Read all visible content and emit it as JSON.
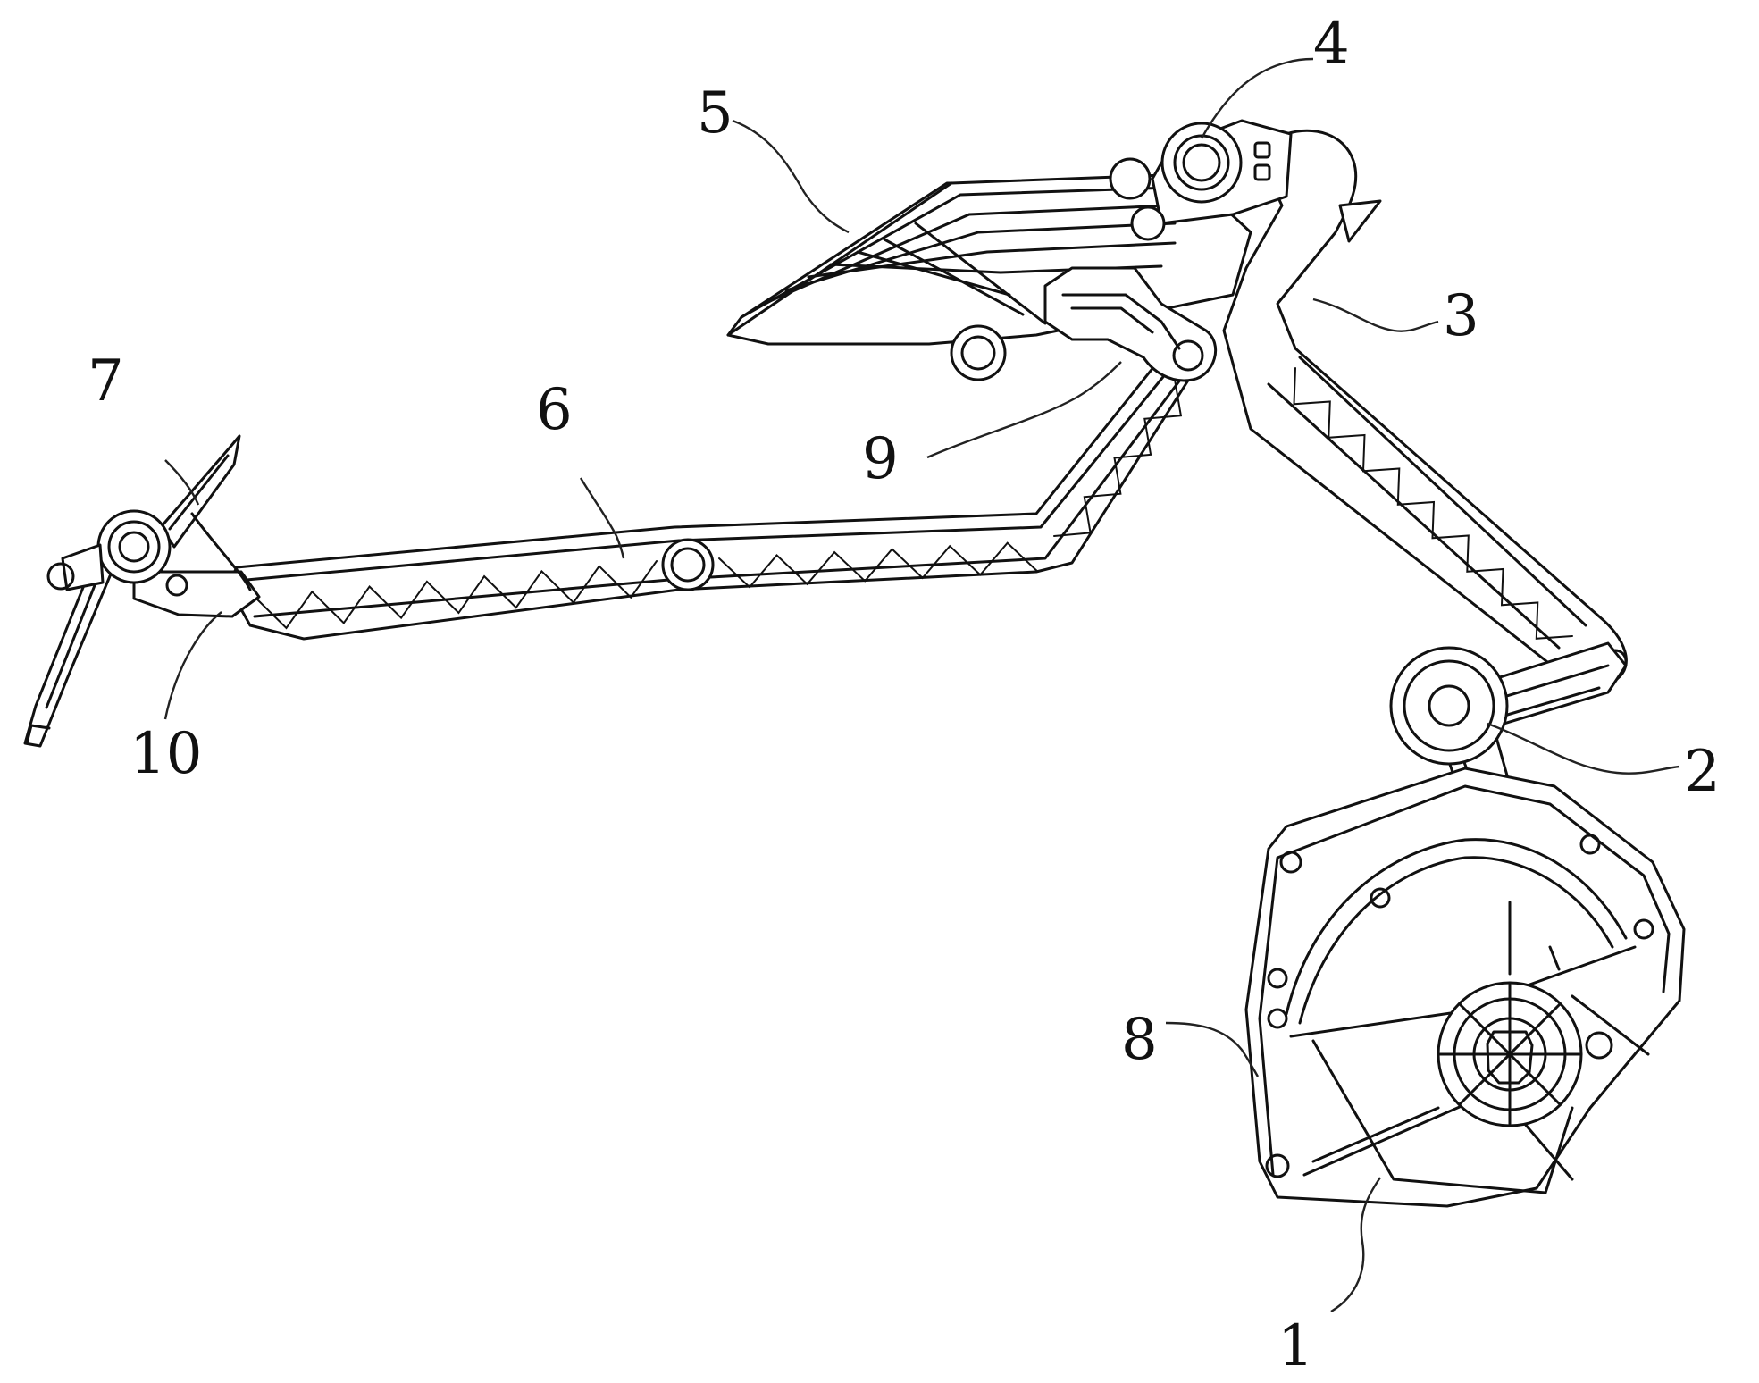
{
  "diagram": {
    "part_labels": [
      {
        "id": "1",
        "text": "1",
        "part": "base-plate"
      },
      {
        "id": "2",
        "text": "2",
        "part": "crank-disc"
      },
      {
        "id": "3",
        "text": "3",
        "part": "rocker-arm"
      },
      {
        "id": "4",
        "text": "4",
        "part": "upper-pivot"
      },
      {
        "id": "5",
        "text": "5",
        "part": "pedal-plate"
      },
      {
        "id": "6",
        "text": "6",
        "part": "truss-link"
      },
      {
        "id": "7",
        "text": "7",
        "part": "end-blades"
      },
      {
        "id": "8",
        "text": "8",
        "part": "guide-frame"
      },
      {
        "id": "9",
        "text": "9",
        "part": "slot-bracket"
      },
      {
        "id": "10",
        "text": "10",
        "part": "end-hinge"
      }
    ]
  }
}
